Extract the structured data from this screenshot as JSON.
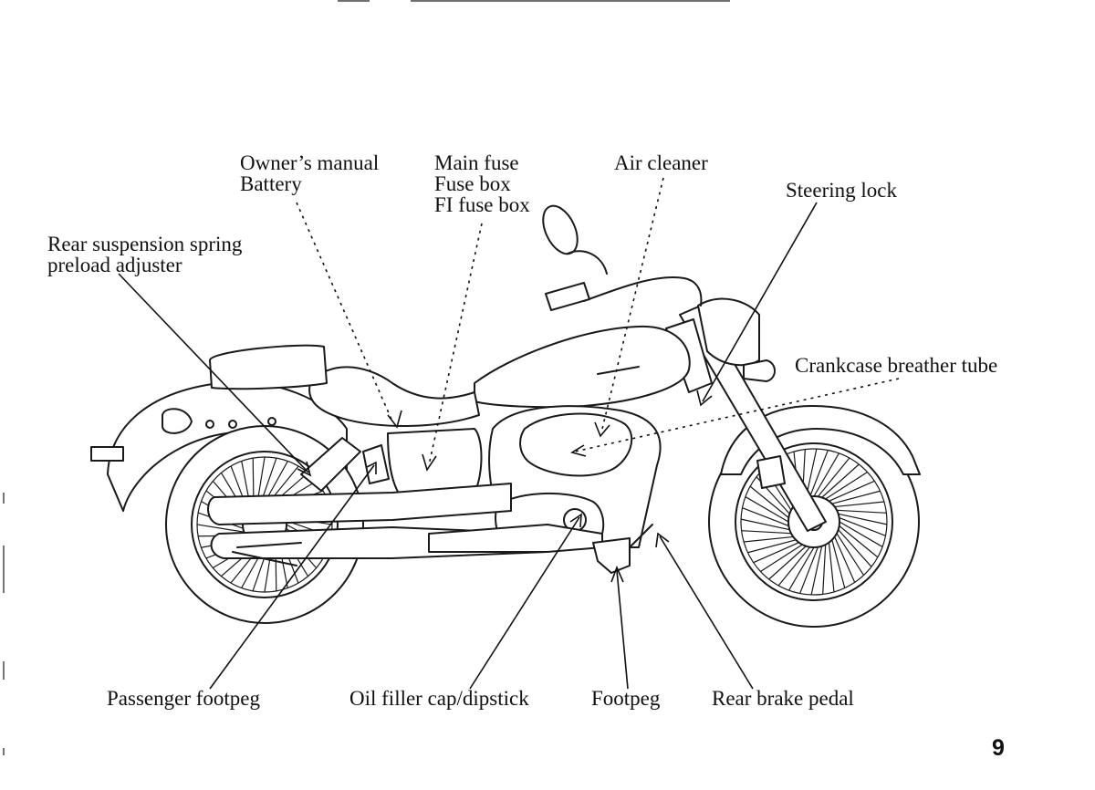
{
  "labels": {
    "owners_manual_1": "Owner’s manual",
    "owners_manual_2": "Battery",
    "main_fuse_1": "Main fuse",
    "main_fuse_2": "Fuse box",
    "main_fuse_3": "FI fuse box",
    "air_cleaner": "Air cleaner",
    "steering_lock": "Steering lock",
    "rear_suspension_1": "Rear suspension spring",
    "rear_suspension_2": "preload adjuster",
    "crankcase_breather": "Crankcase breather tube",
    "passenger_footpeg": "Passenger footpeg",
    "oil_filler": "Oil filler cap/dipstick",
    "footpeg": "Footpeg",
    "rear_brake_pedal": "Rear brake pedal"
  },
  "page_number": "9",
  "colors": {
    "ink": "#111111",
    "paper": "#ffffff"
  }
}
